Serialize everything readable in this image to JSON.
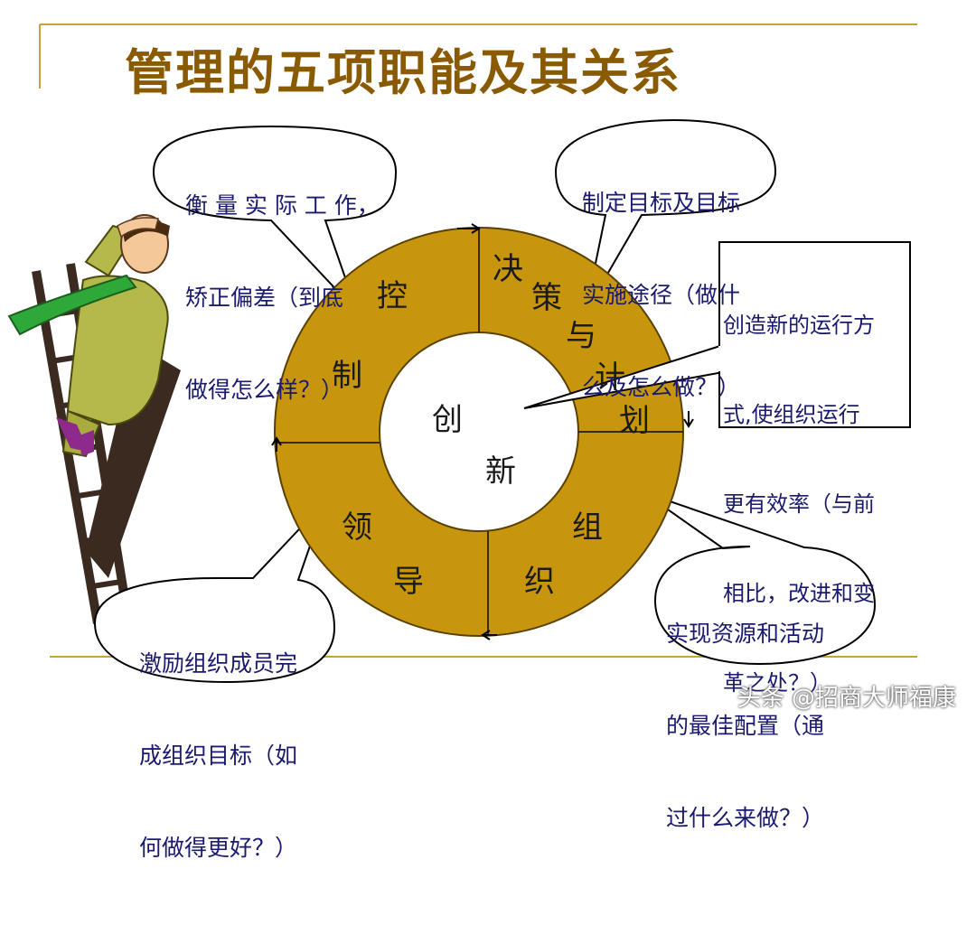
{
  "title": "管理的五项职能及其关系",
  "bubbles": {
    "control": [
      "衡 量 实 际 工 作，",
      "矫正偏差（到底",
      "做得怎么样？）"
    ],
    "planning": [
      "制定目标及目标",
      "实施途径（做什",
      "么及怎么做？）"
    ],
    "innovation": [
      "创造新的运行方",
      "式,使组织运行",
      "更有效率（与前",
      "相比，改进和变",
      "革之处？）"
    ],
    "organizing": [
      "实现资源和活动",
      "的最佳配置（通",
      "过什么来做？）"
    ],
    "leading": [
      "激励组织成员完",
      "成组织目标（如",
      "何做得更好？）"
    ]
  },
  "ring": {
    "control": [
      "控",
      "制"
    ],
    "planning": [
      "决",
      "策",
      "与",
      "计",
      "划"
    ],
    "organizing": [
      "组",
      "织"
    ],
    "leading": [
      "领",
      "导"
    ]
  },
  "center": [
    "创",
    "新"
  ],
  "watermark": "头条 @招商大师福康",
  "colors": {
    "title": "#8a5a00",
    "ring": "#c8960c",
    "ring_stroke": "#5a4000",
    "bubble_text": "#1a1a6e",
    "rule": "#c8a040"
  },
  "icons": {
    "figure": "businessman-on-ladder-illustration"
  }
}
